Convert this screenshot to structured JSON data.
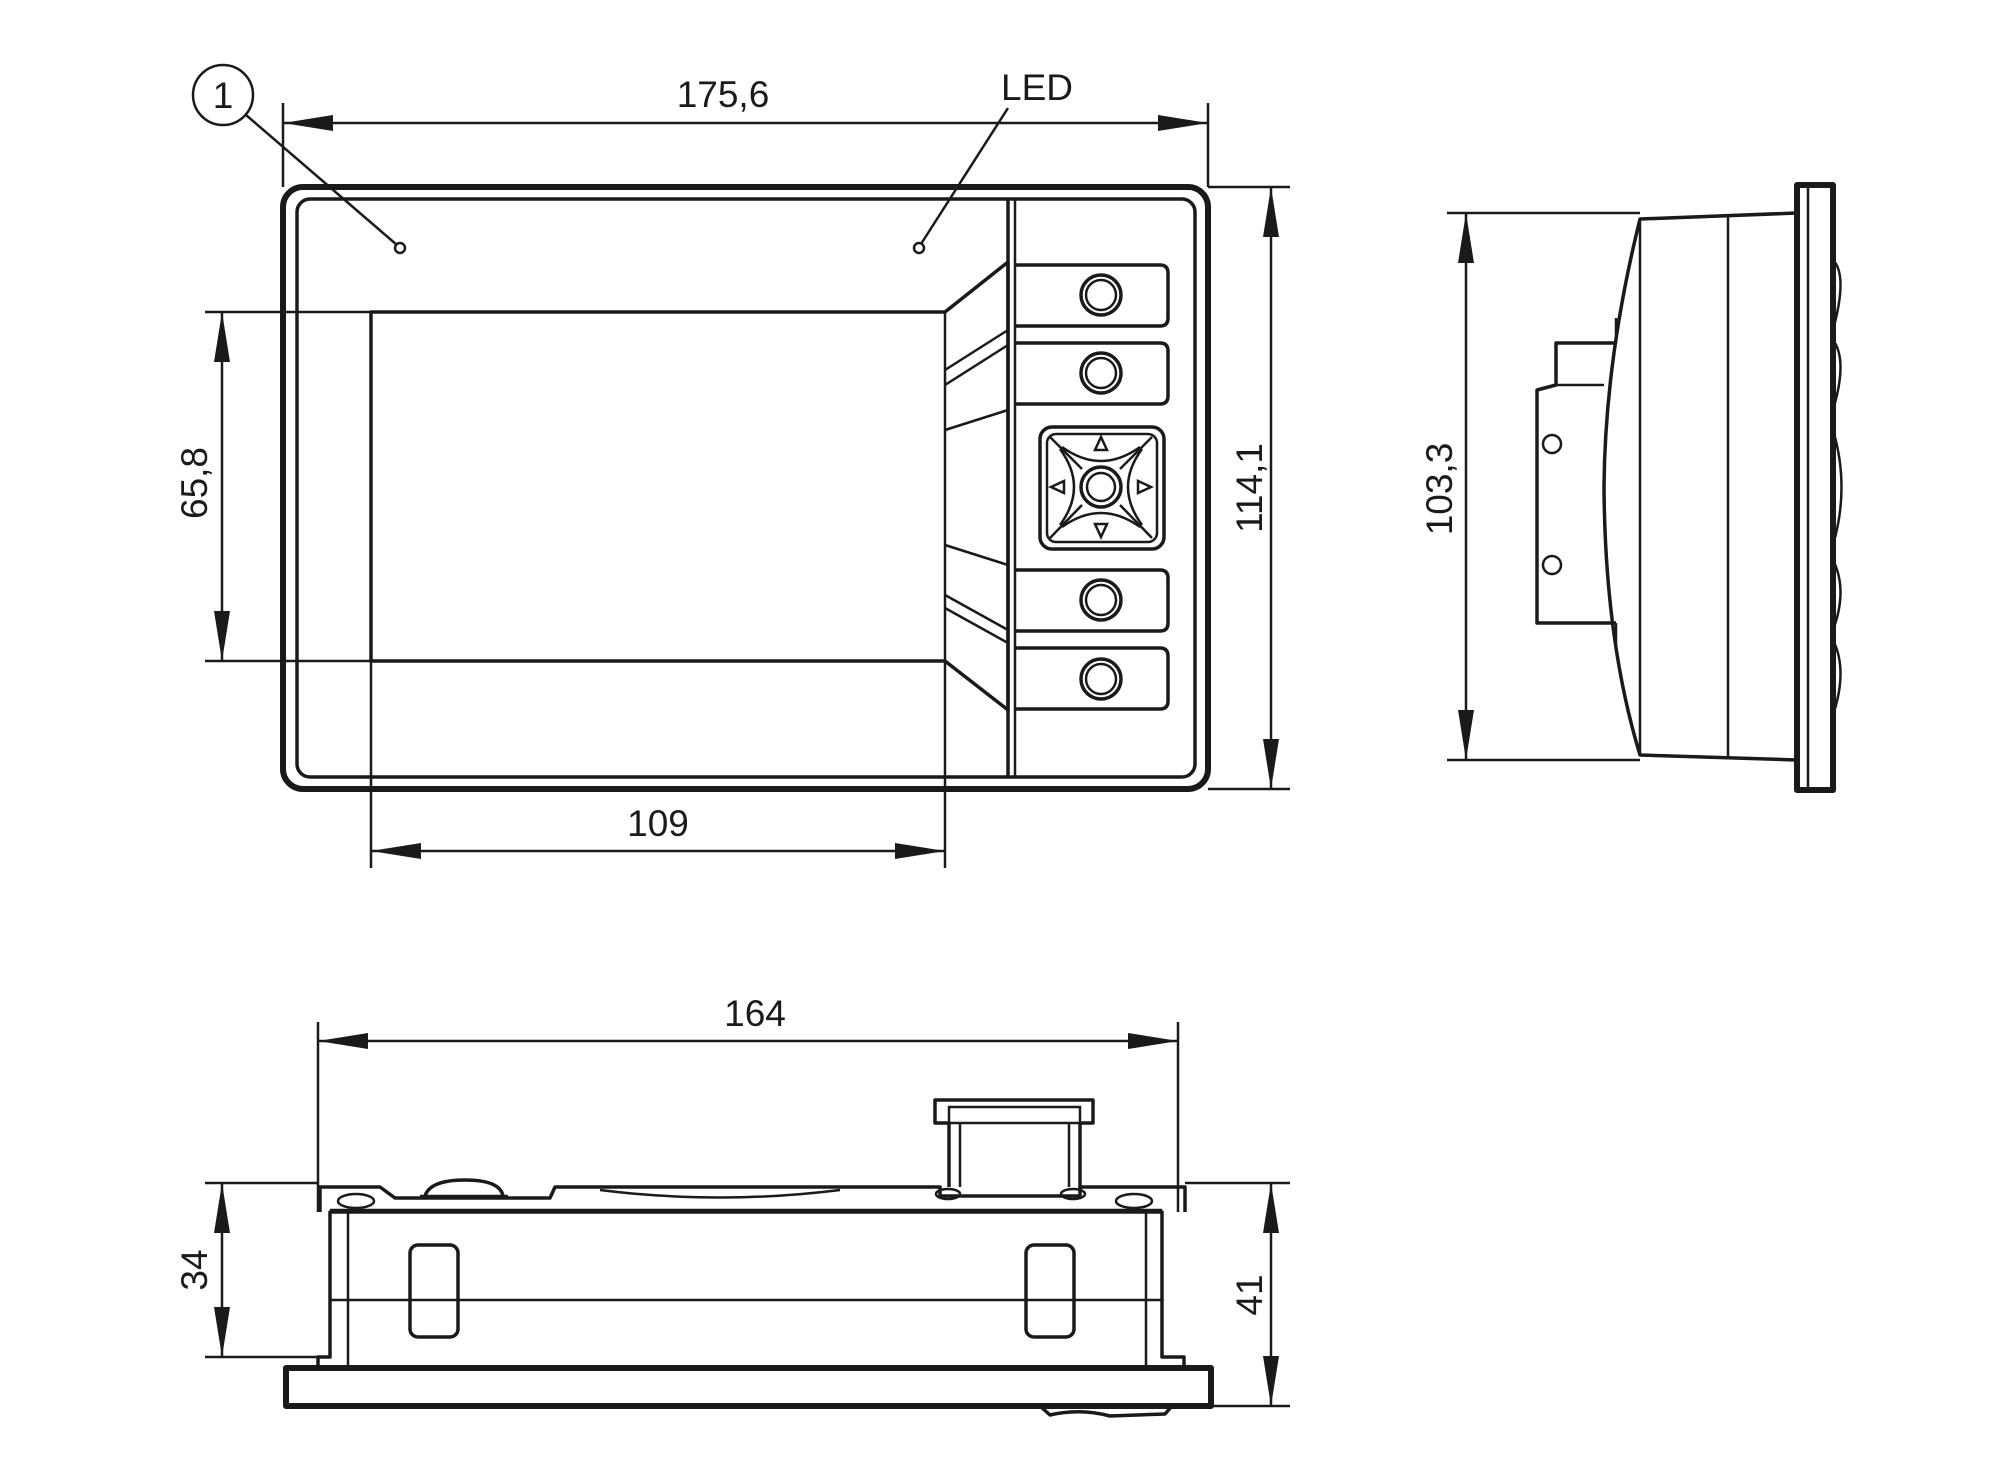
{
  "front_view": {
    "width_label": "175,6",
    "height_label": "114,1",
    "display_height_label": "65,8",
    "display_width_label": "109",
    "callout_number": "1",
    "led_label": "LED"
  },
  "side_view": {
    "height_label": "103,3"
  },
  "bottom_view": {
    "width_label": "164",
    "depth_label": "34",
    "total_depth_label": "41"
  },
  "colors": {
    "line": "#1a1a1a",
    "background": "#ffffff"
  }
}
